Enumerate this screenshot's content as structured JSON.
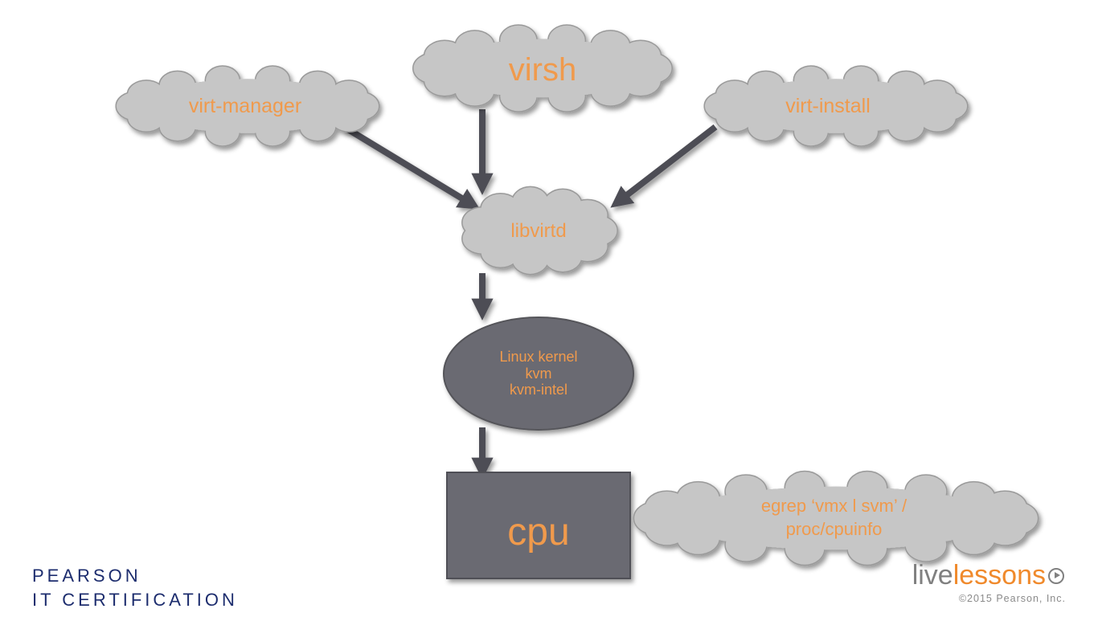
{
  "nodes": {
    "virsh": "virsh",
    "virt_manager": "virt-manager",
    "virt_install": "virt-install",
    "libvirtd": "libvirtd",
    "kernel": [
      "Linux kernel",
      "kvm",
      "kvm-intel"
    ],
    "cpu": "cpu",
    "egrep": [
      "egrep ‘vmx l svm’  /",
      "proc/cpuinfo"
    ]
  },
  "branding": {
    "pearson_line1": "PEARSON",
    "pearson_line2": "IT CERTIFICATION",
    "logo_live": "live",
    "logo_lessons": "lessons",
    "copyright": "©2015 Pearson, Inc."
  },
  "colors": {
    "cloud_fill": "#c6c6c6",
    "node_text": "#f09a4c",
    "dark_shape": "#6b6b72",
    "arrow": "#4e4e54",
    "brand_blue": "#1d2d6e",
    "brand_orange": "#f08a2c"
  }
}
